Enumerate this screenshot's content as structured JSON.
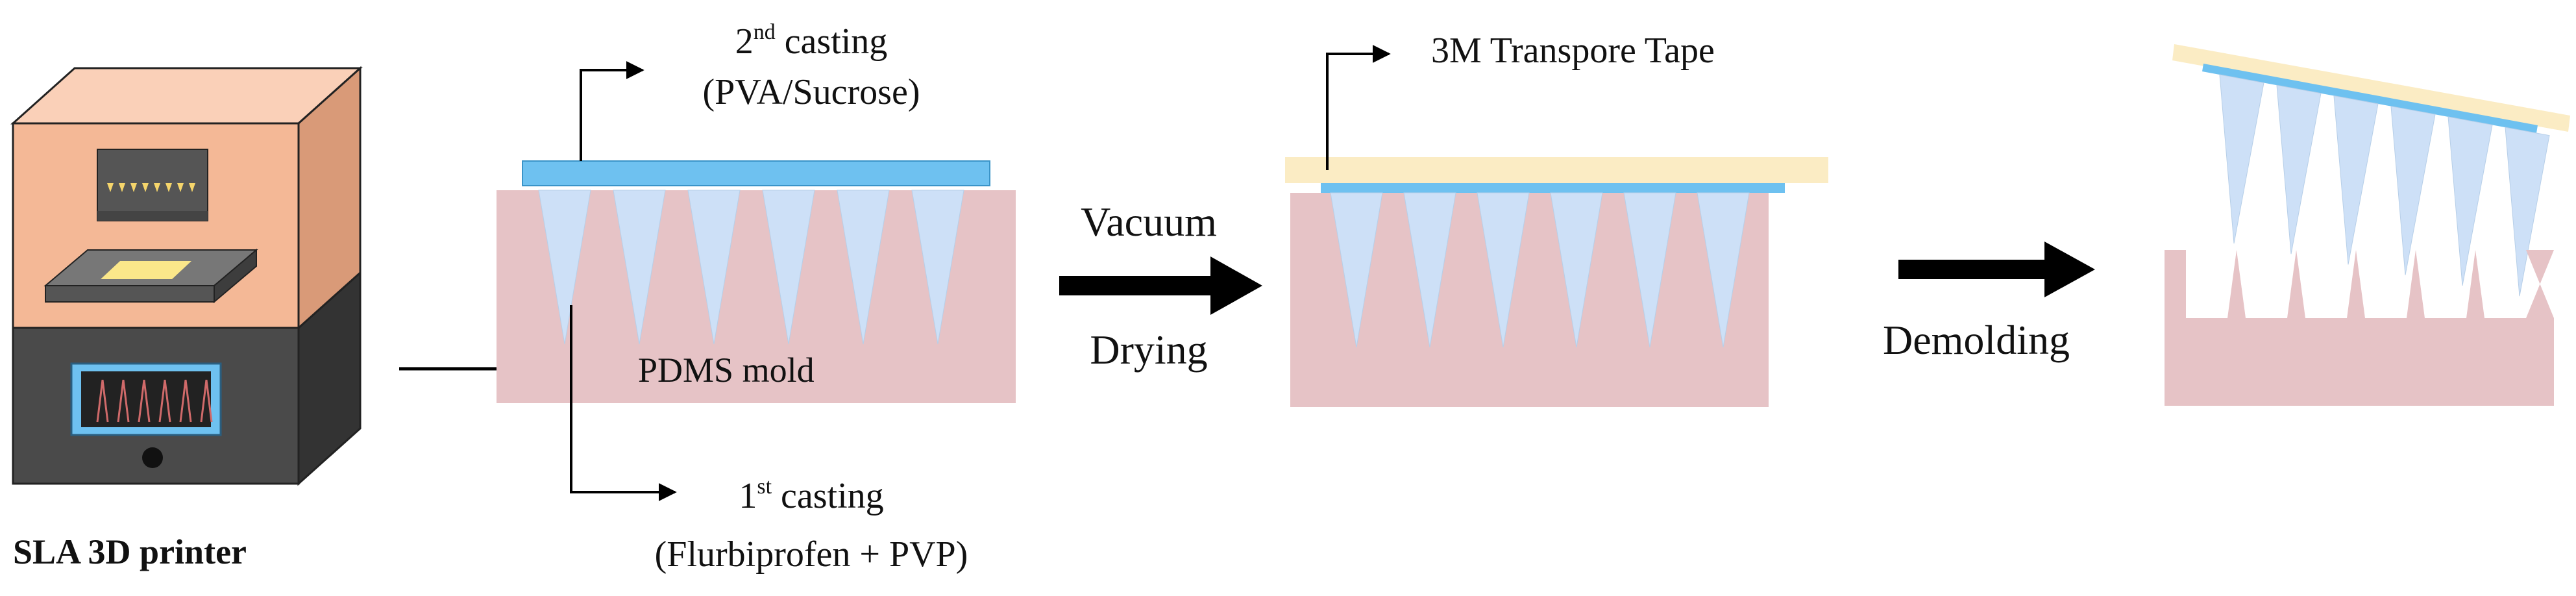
{
  "printer": {
    "label": "SLA 3D printer"
  },
  "step1": {
    "second_casting": {
      "main": "2",
      "sup": "nd",
      "rest": " casting",
      "line2": "(PVA/Sucrose)"
    },
    "mold_label": "PDMS mold",
    "first_casting": {
      "main": "1",
      "sup": "st",
      "rest": " casting",
      "line2": "(Flurbiprofen + PVP)"
    }
  },
  "arrow1": {
    "top": "Vacuum",
    "bottom": "Drying"
  },
  "step2": {
    "tape_label": "3M Transpore Tape"
  },
  "arrow2": {
    "label": "Demolding"
  },
  "colors": {
    "printer_orange": "#f4b896",
    "printer_orange_side": "#d99a78",
    "printer_dark": "#4a4a4a",
    "printer_dark_side": "#333333",
    "mold_pink": "#e6c3c6",
    "needle_blue": "#cde0f7",
    "backing_blue": "#6ec1f0",
    "tape_yellow": "#fbecc4",
    "arrow_black": "#000000"
  }
}
